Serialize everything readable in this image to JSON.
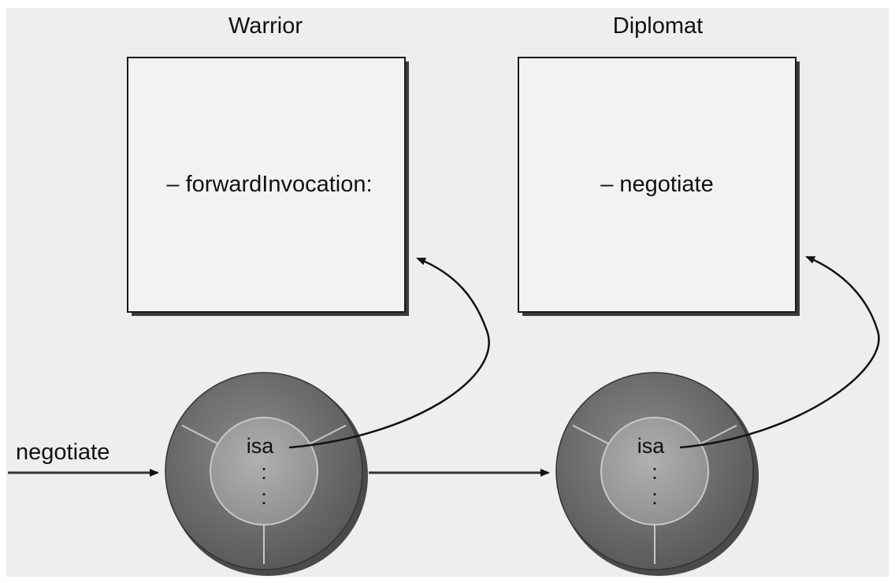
{
  "diagram": {
    "colors": {
      "background": "#eeeeee",
      "box_fill": "#f2f2f2",
      "stroke": "#1a1a1a",
      "object_outer": "#6e6e6e",
      "object_inner": "#9a9a9a",
      "object_divider": "#c8c8c8",
      "arrow": "#111111"
    },
    "classes": [
      {
        "id": "warrior",
        "title": "Warrior",
        "method": "– forwardInvocation:"
      },
      {
        "id": "diplomat",
        "title": "Diplomat",
        "method": "– negotiate"
      }
    ],
    "objects": [
      {
        "id": "warrior-object",
        "label": "isa",
        "ellipsis": ":"
      },
      {
        "id": "diplomat-object",
        "label": "isa",
        "ellipsis": ":"
      }
    ],
    "message": {
      "label": "negotiate"
    }
  }
}
